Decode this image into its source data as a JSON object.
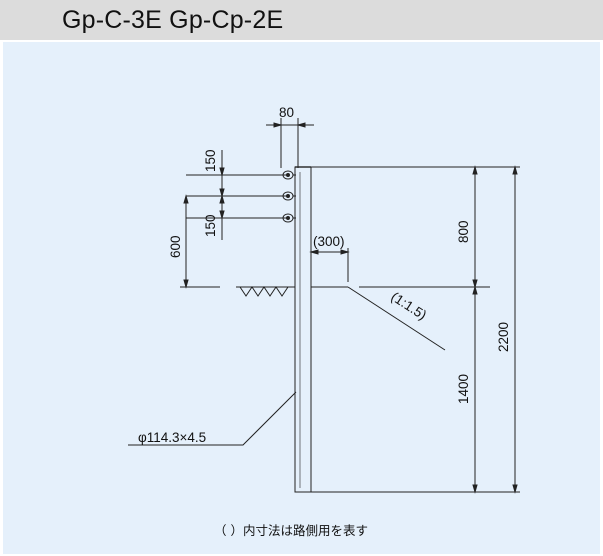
{
  "header": {
    "title": "Gp-C-3E  Gp-Cp-2E"
  },
  "colors": {
    "header_bg": "#dcdcdc",
    "panel_bg": "#e5f0fb",
    "line": "#222222"
  },
  "dims": {
    "bracket_width": "80",
    "rope_spacing_top": "150",
    "rope_spacing_bottom": "150",
    "rope_height_from_ground": "600",
    "offset": "(300)",
    "upper_length": "800",
    "total_length": "2200",
    "embedded_length": "1400",
    "slope": "(1:1.5)",
    "pipe_spec": "φ114.3×4.5"
  },
  "footnote": "（  ）内寸法は路側用を表す"
}
